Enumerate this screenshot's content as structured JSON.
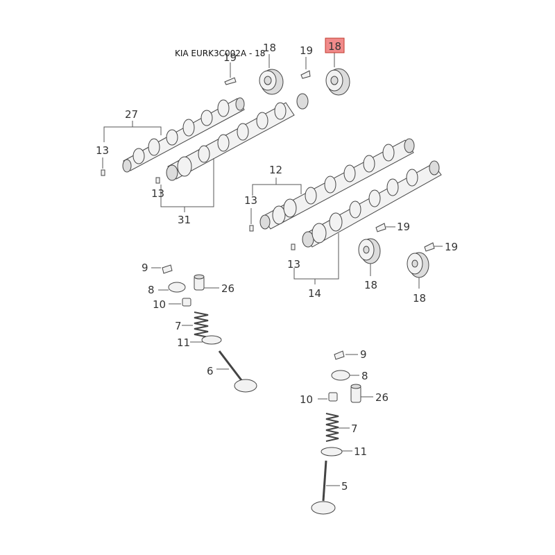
{
  "title": "KIA EURK3C002A - 18",
  "highlight_color": "#f08a8a",
  "labels": {
    "l18_a": "18",
    "l19_a": "19",
    "l19_b": "19",
    "l18_highlight": "18",
    "l27": "27",
    "l13_a": "13",
    "l13_b": "13",
    "l31": "31",
    "l12": "12",
    "l13_c": "13",
    "l19_c": "19",
    "l19_d": "19",
    "l13_d": "13",
    "l18_b": "18",
    "l18_c": "18",
    "l14": "14",
    "l9_a": "9",
    "l8_a": "8",
    "l26_a": "26",
    "l10_a": "10",
    "l7_a": "7",
    "l11_a": "11",
    "l6": "6",
    "l9_b": "9",
    "l8_b": "8",
    "l10_b": "10",
    "l26_b": "26",
    "l7_b": "7",
    "l11_b": "11",
    "l5": "5"
  }
}
